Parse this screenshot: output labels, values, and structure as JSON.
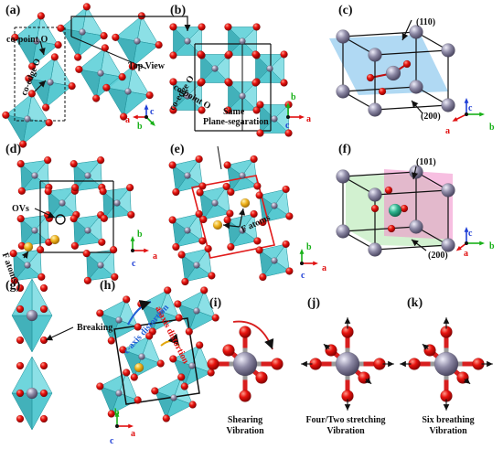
{
  "panels": {
    "a": "(a)",
    "b": "(b)",
    "c": "(c)",
    "d": "(d)",
    "e": "(e)",
    "f": "(f)",
    "g": "(g)",
    "h": "(h)",
    "i": "(i)",
    "j": "(j)",
    "k": "(k)"
  },
  "annotations": {
    "co_point_a": "co-point O",
    "co_edge_a": "co-edge O",
    "top_view": "Top View",
    "co_point_b": "co-point O",
    "co_edge_b": "co-edge O",
    "same_plane_line1": "Same",
    "same_plane_line2": "Plane-segaration",
    "plane_110": "(110)",
    "plane_200_c": "(200)",
    "plane_101": "(101)",
    "plane_200_f": "(200)",
    "ovs": "OVs",
    "f_atoms_d": "F atoms",
    "f_atoms_e": "F atoms",
    "breaking": "Breaking",
    "c_axis_distortion": "c-axis distortion",
    "a_axis_distortion": "a-axis distortion"
  },
  "captions": {
    "shearing_line1": "Shearing",
    "shearing_line2": "Vibration",
    "stretching_line1": "Four/Two stretching",
    "stretching_line2": "Vibration",
    "breathing_line1": "Six breathing",
    "breathing_line2": "Vibration"
  },
  "axes": {
    "a": "a",
    "b": "b",
    "c": "c"
  },
  "colors": {
    "octahedron": "#4fc9d1",
    "oxygen": "#e8140f",
    "metal": "#8e8aa6",
    "fluorine": "#f0b31e",
    "plane_blue": "#6fb9ea",
    "plane_pink": "#f08ac8",
    "plane_green": "#a6e3a2",
    "cell_red": "#e11b1b",
    "axis_a_red": "#e01010",
    "axis_b_green": "#19b119",
    "axis_c_blue": "#1f3fd6"
  }
}
